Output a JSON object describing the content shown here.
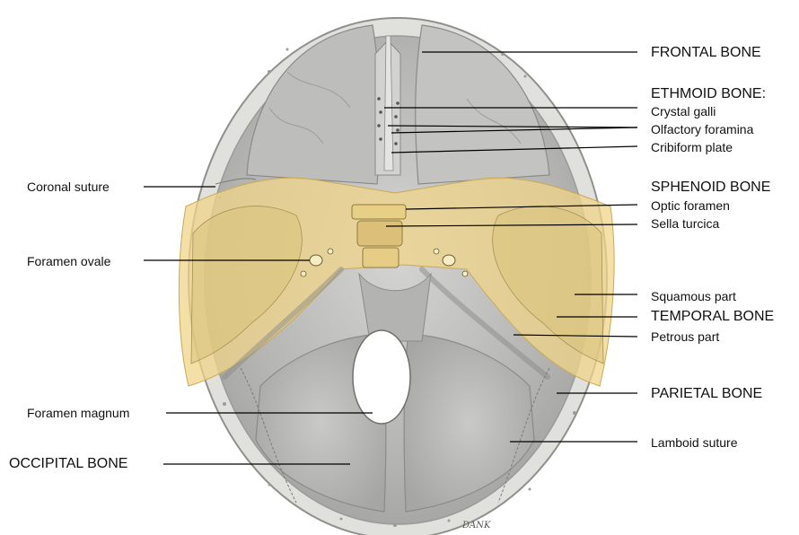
{
  "labels": {
    "frontal_bone": "FRONTAL BONE",
    "ethmoid_bone": "ETHMOID BONE:",
    "crystal_galli": "Crystal galli",
    "olfactory_foramina": "Olfactory foramina",
    "cribiform_plate": "Cribiform plate",
    "sphenoid_bone": "SPHENOID BONE",
    "optic_foramen": "Optic foramen",
    "sella_turcica": "Sella turcica",
    "squamous_part": "Squamous part",
    "temporal_bone": "TEMPORAL BONE",
    "petrous_part": "Petrous part",
    "parietal_bone": "PARIETAL BONE",
    "lamboid_suture": "Lamboid suture",
    "coronal_suture": "Coronal suture",
    "foramen_ovale": "Foramen ovale",
    "foramen_magnum": "Foramen magnum",
    "occipital_bone": "OCCIPITAL BONE"
  },
  "signature": "DANK",
  "colors": {
    "sphenoid_highlight": "#f0d58a",
    "bone_gray": "#b9b9b9",
    "rim": "#d9d9d6",
    "leader": "#000000"
  }
}
